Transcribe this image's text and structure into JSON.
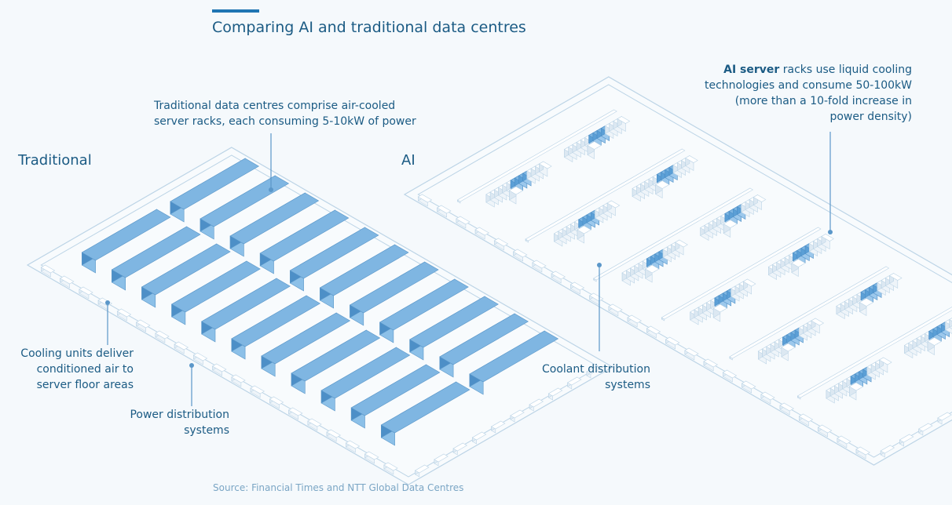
{
  "header": {
    "title": "Comparing AI and traditional data centres"
  },
  "sections": {
    "traditional": "Traditional",
    "ai": "AI"
  },
  "annotations": {
    "traditional_racks": [
      "Traditional data centres comprise air-cooled",
      "server racks, each consuming 5-10kW of power"
    ],
    "ai_racks_bold": "AI server",
    "ai_racks": [
      " racks use liquid cooling",
      "technologies and consume 50-100kW",
      "(more than a 10-fold increase in",
      "power density)"
    ],
    "cooling_units": [
      "Cooling units deliver",
      "conditioned air to",
      "server floor areas"
    ],
    "power_distribution": [
      "Power distribution",
      "systems"
    ],
    "coolant_distribution": [
      "Coolant distribution",
      "systems"
    ]
  },
  "source": "Source: Financial Times and NTT Global Data Centres",
  "colors": {
    "title": "#1b5b84",
    "accent": "#1f75b3",
    "rack_fill": "#7fb6e2",
    "rack_edge": "#4d8fc7",
    "ai_rack_dark": "#5b9fd6",
    "outline": "#bcd4e6",
    "background": "#f5f9fc"
  }
}
